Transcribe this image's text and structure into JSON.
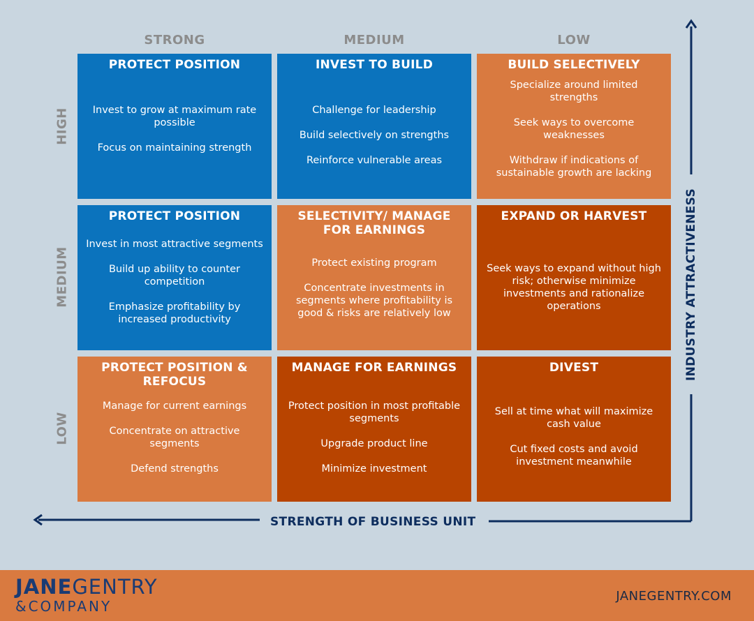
{
  "column_labels": [
    "STRONG",
    "MEDIUM",
    "LOW"
  ],
  "row_labels": [
    "HIGH",
    "MEDIUM",
    "LOW"
  ],
  "x_axis_label": "STRENGTH OF BUSINESS UNIT",
  "y_axis_label": "INDUSTRY ATTRACTIVENESS",
  "colors": {
    "blue": "#0b73bd",
    "light_orange": "#d97a40",
    "dark_orange": "#b84400",
    "axis": "#0d2d5e",
    "background": "#c9d6e0",
    "label_gray": "#8c8c8c"
  },
  "cells": [
    {
      "title": "PROTECT POSITION",
      "color": "blue",
      "items": [
        "Invest to grow at maximum rate possible",
        "Focus on maintaining strength"
      ]
    },
    {
      "title": "INVEST TO BUILD",
      "color": "blue",
      "items": [
        "Challenge for leadership",
        "Build selectively on strengths",
        "Reinforce vulnerable areas"
      ]
    },
    {
      "title": "BUILD SELECTIVELY",
      "color": "light_orange",
      "items": [
        "Specialize around limited strengths",
        "Seek ways to overcome weaknesses",
        "Withdraw if indications of sustainable growth are lacking"
      ]
    },
    {
      "title": "PROTECT POSITION",
      "color": "blue",
      "items": [
        "Invest in most attractive segments",
        "Build up ability to counter competition",
        "Emphasize profitability by increased productivity"
      ]
    },
    {
      "title": "SELECTIVITY/ MANAGE FOR EARNINGS",
      "color": "light_orange",
      "items": [
        "Protect existing program",
        "Concentrate investments in segments where profitability is good & risks are relatively low"
      ]
    },
    {
      "title": "EXPAND OR HARVEST",
      "color": "dark_orange",
      "items": [
        "Seek ways to expand without high risk; otherwise minimize investments and rationalize operations"
      ]
    },
    {
      "title": "PROTECT POSITION & REFOCUS",
      "color": "light_orange",
      "items": [
        "Manage for current earnings",
        "Concentrate on attractive segments",
        "Defend strengths"
      ]
    },
    {
      "title": "MANAGE FOR EARNINGS",
      "color": "dark_orange",
      "items": [
        "Protect position in most profitable segments",
        "Upgrade product line",
        "Minimize investment"
      ]
    },
    {
      "title": "DIVEST",
      "color": "dark_orange",
      "items": [
        "Sell at time what will maximize cash value",
        "Cut fixed costs and avoid investment meanwhile"
      ]
    }
  ],
  "footer": {
    "logo_jane": "JANE",
    "logo_gentry": "GENTRY",
    "logo_company": "&COMPANY",
    "website": "JANEGENTRY.COM"
  }
}
